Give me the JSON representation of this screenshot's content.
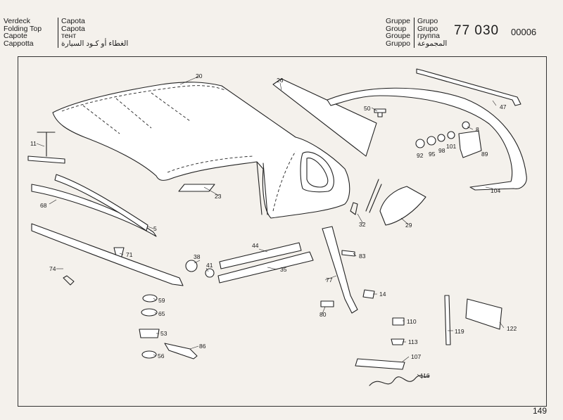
{
  "header": {
    "names_left": [
      "Verdeck",
      "Folding Top",
      "Capote",
      "Cappotta"
    ],
    "names_right": [
      "Capota",
      "Capota",
      "тент",
      "الغطاء أو كـود السيارة"
    ],
    "group_left": [
      "Gruppe",
      "Group",
      "Groupe",
      "Gruppo"
    ],
    "group_right": [
      "Grupo",
      "Grupo",
      "группа",
      "المجموعة"
    ],
    "group_number": "77 030",
    "page_code": "00006"
  },
  "parts": [
    "20",
    "26",
    "50",
    "47",
    "8",
    "11",
    "92",
    "95",
    "98",
    "101",
    "89",
    "23",
    "104",
    "68",
    "5",
    "32",
    "29",
    "71",
    "44",
    "38",
    "41",
    "35",
    "83",
    "74",
    "77",
    "14",
    "59",
    "65",
    "80",
    "119",
    "122",
    "53",
    "110",
    "113",
    "86",
    "56",
    "107",
    "116"
  ],
  "page_number": "149"
}
